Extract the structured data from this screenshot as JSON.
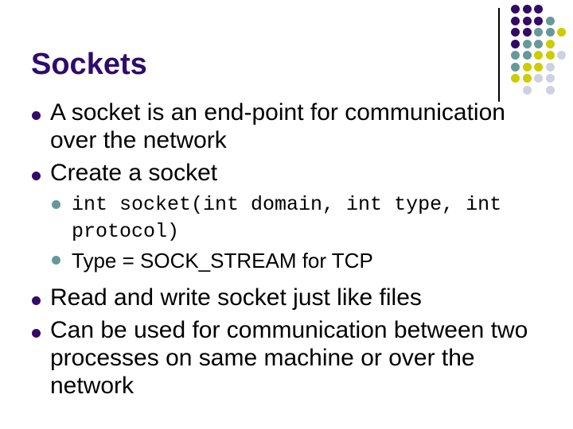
{
  "slide": {
    "title": "Sockets",
    "bullets": [
      {
        "level": 1,
        "mono": false,
        "text": "A socket is an end-point for communication over the network"
      },
      {
        "level": 1,
        "mono": false,
        "text": "Create a socket"
      },
      {
        "level": 2,
        "mono": true,
        "text": "int socket(int domain, int type, int protocol)"
      },
      {
        "level": 2,
        "mono": false,
        "text": "Type = SOCK_STREAM for TCP"
      },
      {
        "level": 1,
        "mono": false,
        "text": "Read and write socket just like files"
      },
      {
        "level": 1,
        "mono": false,
        "text": "Can be used for communication between two processes on same machine or over the network"
      }
    ]
  },
  "colors": {
    "title": "#2F0B6B",
    "body_text": "#000000",
    "bullet_level1": "#330A66",
    "bullet_level2": "#669999",
    "background": "#FFFFFF",
    "divider_line": "#000000"
  },
  "decoration": {
    "name": "corner-dot-grid",
    "rows": [
      "PPP..",
      "PPPT.",
      "PPTTY",
      "PTTY.",
      "TTYYL",
      "TYYL.",
      "YYLL.",
      ".L.L."
    ],
    "palette": {
      "P": "#330A66",
      "T": "#669999",
      "Y": "#CCCC00",
      "L": "#D0D0E4"
    },
    "cell_size": 14.5,
    "dot_size": 11
  }
}
